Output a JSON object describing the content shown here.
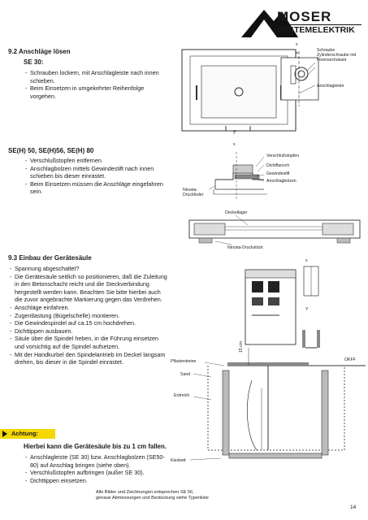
{
  "logo": {
    "line1": "MOSER",
    "line2": "SYSTEMELEKTRIK"
  },
  "s92": {
    "heading": "9.2 Anschläge lösen",
    "subheading": "SE 30:",
    "steps": [
      "Schrauben lockern, mit Anschlagleiste nach innen schieben.",
      "Beim Einsetzen in umgekehrter Reihenfolge vorgehen."
    ],
    "labels": {
      "x_top": "x",
      "x_bottom": "x",
      "schraube": "Schraube",
      "zylinder": "Zylinderschraube mit Innensechskant",
      "anschlagleiste": "Anschlagleiste"
    }
  },
  "seh": {
    "heading": "SE(H) 50, SE(H)56, SE(H) 80",
    "steps": [
      "Verschlußstopfen entfernen.",
      "Anschlagbolzen mittels Gewindestift nach innen schieben bis dieser einrastet.",
      "Beim Einsetzen müssen die Anschläge eingefahren sein."
    ],
    "labels": {
      "x": "x",
      "verschluss": "Verschlußstopfen",
      "dichtflansch": "Dichtflansch",
      "gewindestift": "Gewindestift",
      "anschlagbolzen": "Anschlagbolzen",
      "nirosta_druckfeder": "Nirosta-Druckfeder",
      "deckellager": "Deckellager",
      "nirosta_druckstueck": "Nirosta-Druckstück"
    }
  },
  "s93": {
    "heading": "9.3 Einbau der Gerätesäule",
    "steps": [
      "Spannung abgeschaltet?",
      "Die Gerätesäule seitlich so positionieren, daß die Zuleitung in den Betonschacht reicht und die Steckverbindung hergestellt werden kann. Beachten Sie bitte hierbei auch die zuvor angebrachte Markierung gegen das Verdrehen.",
      "Anschläge einfahren.",
      "Zugentlastung (Bügelschelle) montieren.",
      "Die Gewindespindel auf ca.15 cm hochdrehen.",
      "Dichttippen ausbauen.",
      "Säule über die Spindel heben, in die Führung einsetzen und vorsichtig auf die Spindel aufsetzen.",
      "Mit der Handkurbel den Spindelantrieb im Deckel langsam drehen, bis dieser in die Spindel einrastet."
    ],
    "achtung_label": "Achtung:",
    "achtung_text": "Hierbei kann die Gerätesäule bis zu 1 cm fallen.",
    "steps2": [
      "Anschlagleiste (SE 30) bzw. Anschlagbolzen (SE50-80) auf Anschlag bringen (siehe oben).",
      "Verschlußstopfen aufbringen (außer SE 30).",
      "Dichttippen einsetzen."
    ],
    "labels": {
      "x": "x",
      "y": "Y",
      "okff": "OKFF",
      "pflaster": "Pflastersteine",
      "sand": "Sand",
      "erdreich": "Erdreich",
      "kiesbett": "Kiesbett",
      "dim": "15 cm"
    }
  },
  "footer": {
    "line1": "Alle Bilder und Zeichnungen entsprechen SE 56,",
    "line2": "genaue Abmessungen und Bestückung siehe Typenliste",
    "page": "14"
  }
}
